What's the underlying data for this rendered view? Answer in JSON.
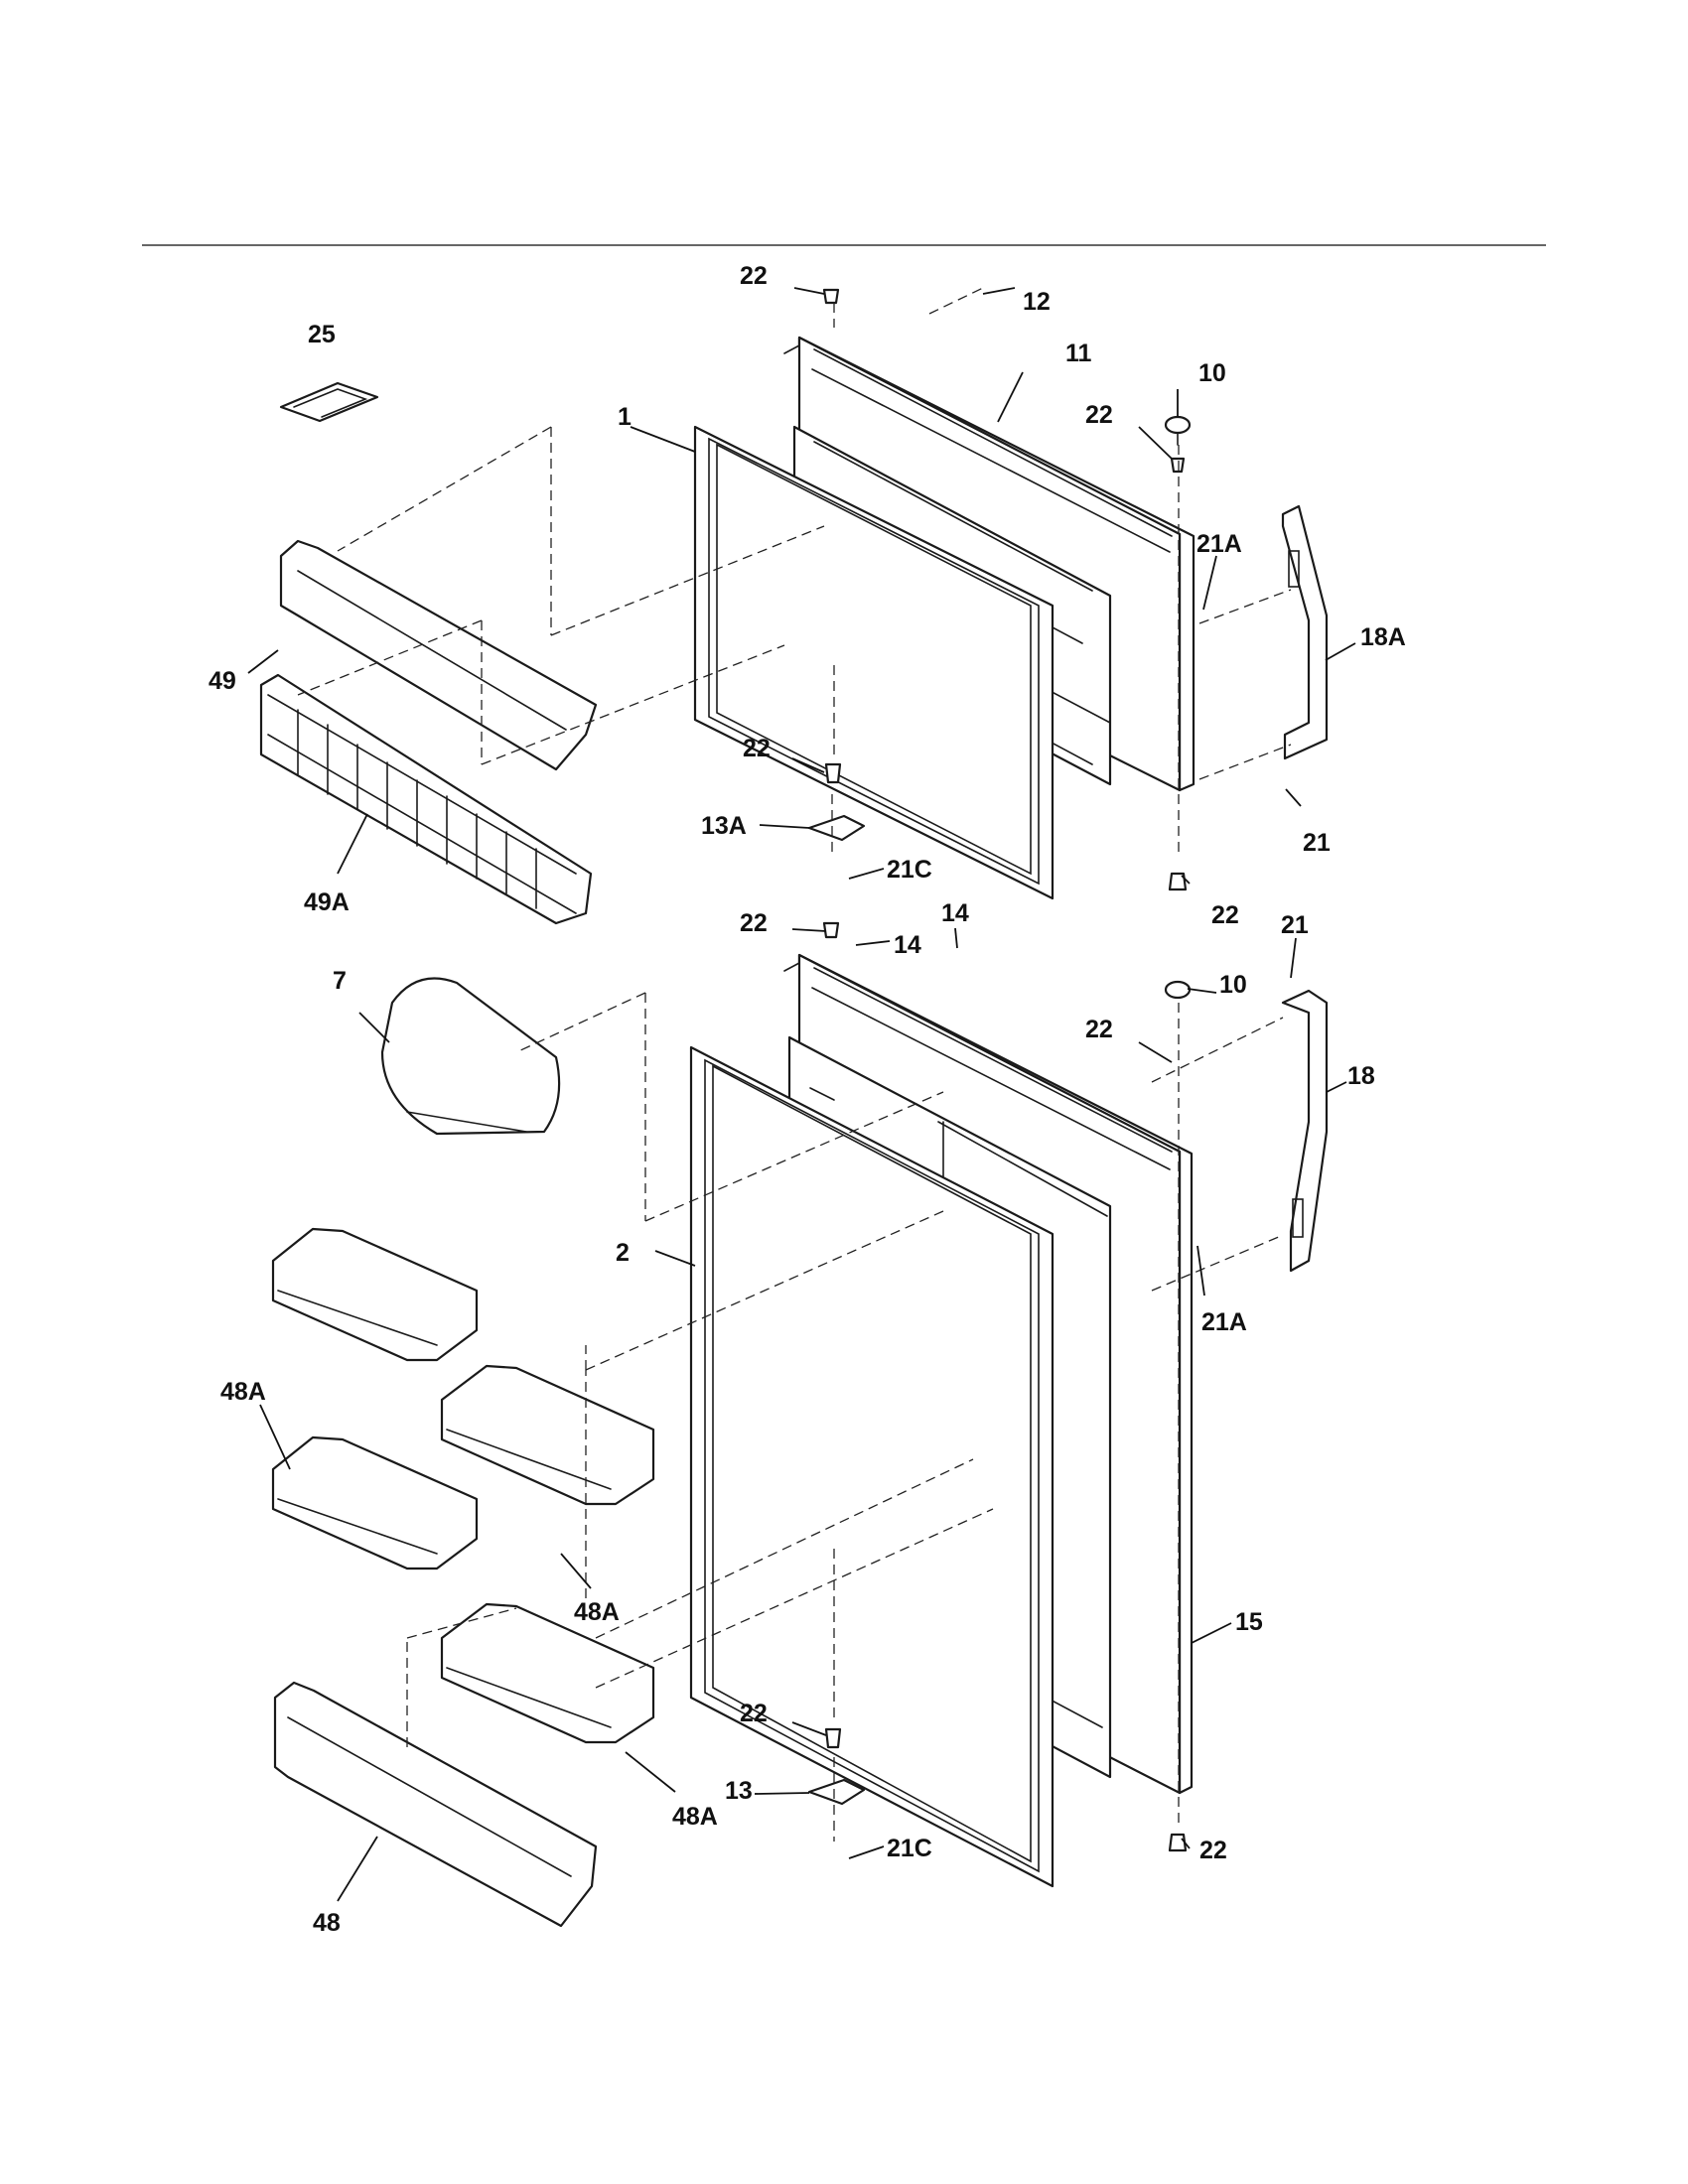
{
  "diagram": {
    "callouts": [
      "22",
      "12",
      "25",
      "11",
      "10",
      "1",
      "22",
      "21A",
      "18A",
      "49",
      "22",
      "49A",
      "13A",
      "21",
      "21C",
      "22",
      "22",
      "14",
      "14",
      "21",
      "7",
      "10",
      "22",
      "18",
      "2",
      "21A",
      "48A",
      "48A",
      "15",
      "22",
      "13",
      "48A",
      "21C",
      "22",
      "48"
    ]
  }
}
